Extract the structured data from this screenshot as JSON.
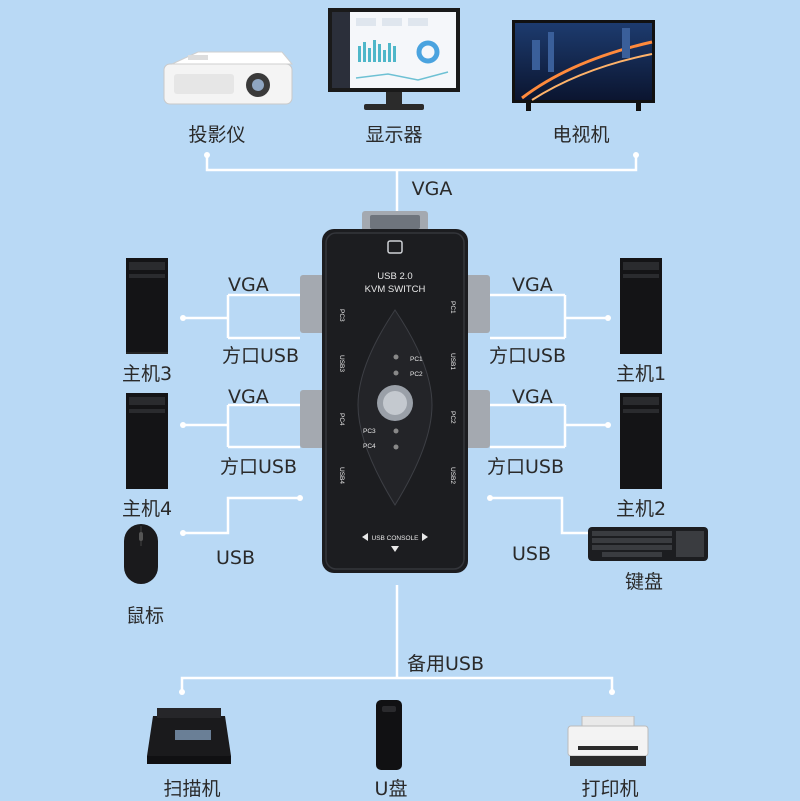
{
  "top": {
    "devices": [
      {
        "id": "projector",
        "label": "投影仪"
      },
      {
        "id": "monitor",
        "label": "显示器"
      },
      {
        "id": "tv",
        "label": "电视机"
      }
    ],
    "connector_label": "VGA"
  },
  "switch": {
    "line1": "USB 2.0",
    "line2": "KVM SWITCH",
    "console_label": "USB CONSOLE",
    "port_labels": {
      "pc1": "PC1",
      "pc2": "PC2",
      "pc3": "PC3",
      "pc4": "PC4",
      "usb1": "USB1",
      "usb2": "USB2",
      "usb3": "USB3",
      "usb4": "USB4"
    }
  },
  "hosts": [
    {
      "id": "host3",
      "label": "主机3",
      "vga": "VGA",
      "usb": "方口USB"
    },
    {
      "id": "host4",
      "label": "主机4",
      "vga": "VGA",
      "usb": "方口USB"
    },
    {
      "id": "host1",
      "label": "主机1",
      "vga": "VGA",
      "usb": "方口USB"
    },
    {
      "id": "host2",
      "label": "主机2",
      "vga": "VGA",
      "usb": "方口USB"
    }
  ],
  "peripherals": {
    "mouse": {
      "label": "鼠标",
      "link": "USB"
    },
    "keyboard": {
      "label": "键盘",
      "link": "USB"
    }
  },
  "bottom": {
    "connector_label": "备用USB",
    "devices": [
      {
        "id": "scanner",
        "label": "扫描机"
      },
      {
        "id": "udisk",
        "label": "U盘"
      },
      {
        "id": "printer",
        "label": "打印机"
      }
    ]
  },
  "colors": {
    "background": "#b9d9f5",
    "line": "#ffffff",
    "device_dark": "#1c1d20",
    "text": "#2a2a2a"
  }
}
